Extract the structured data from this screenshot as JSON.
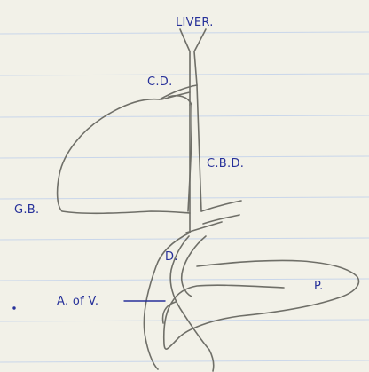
{
  "labels": {
    "liver": "LIVER.",
    "cystic_duct": "C.D.",
    "common_bile_duct": "C.B.D.",
    "gall_bladder": "G.B.",
    "duodenum": "D.",
    "ampulla_of_vater": "A. of V.",
    "pancreas": "P."
  },
  "colors": {
    "paper": "#f2f1e8",
    "rule_lines": "#c9d6ea",
    "pencil": "#6f6f68",
    "ink": "#27319a"
  }
}
